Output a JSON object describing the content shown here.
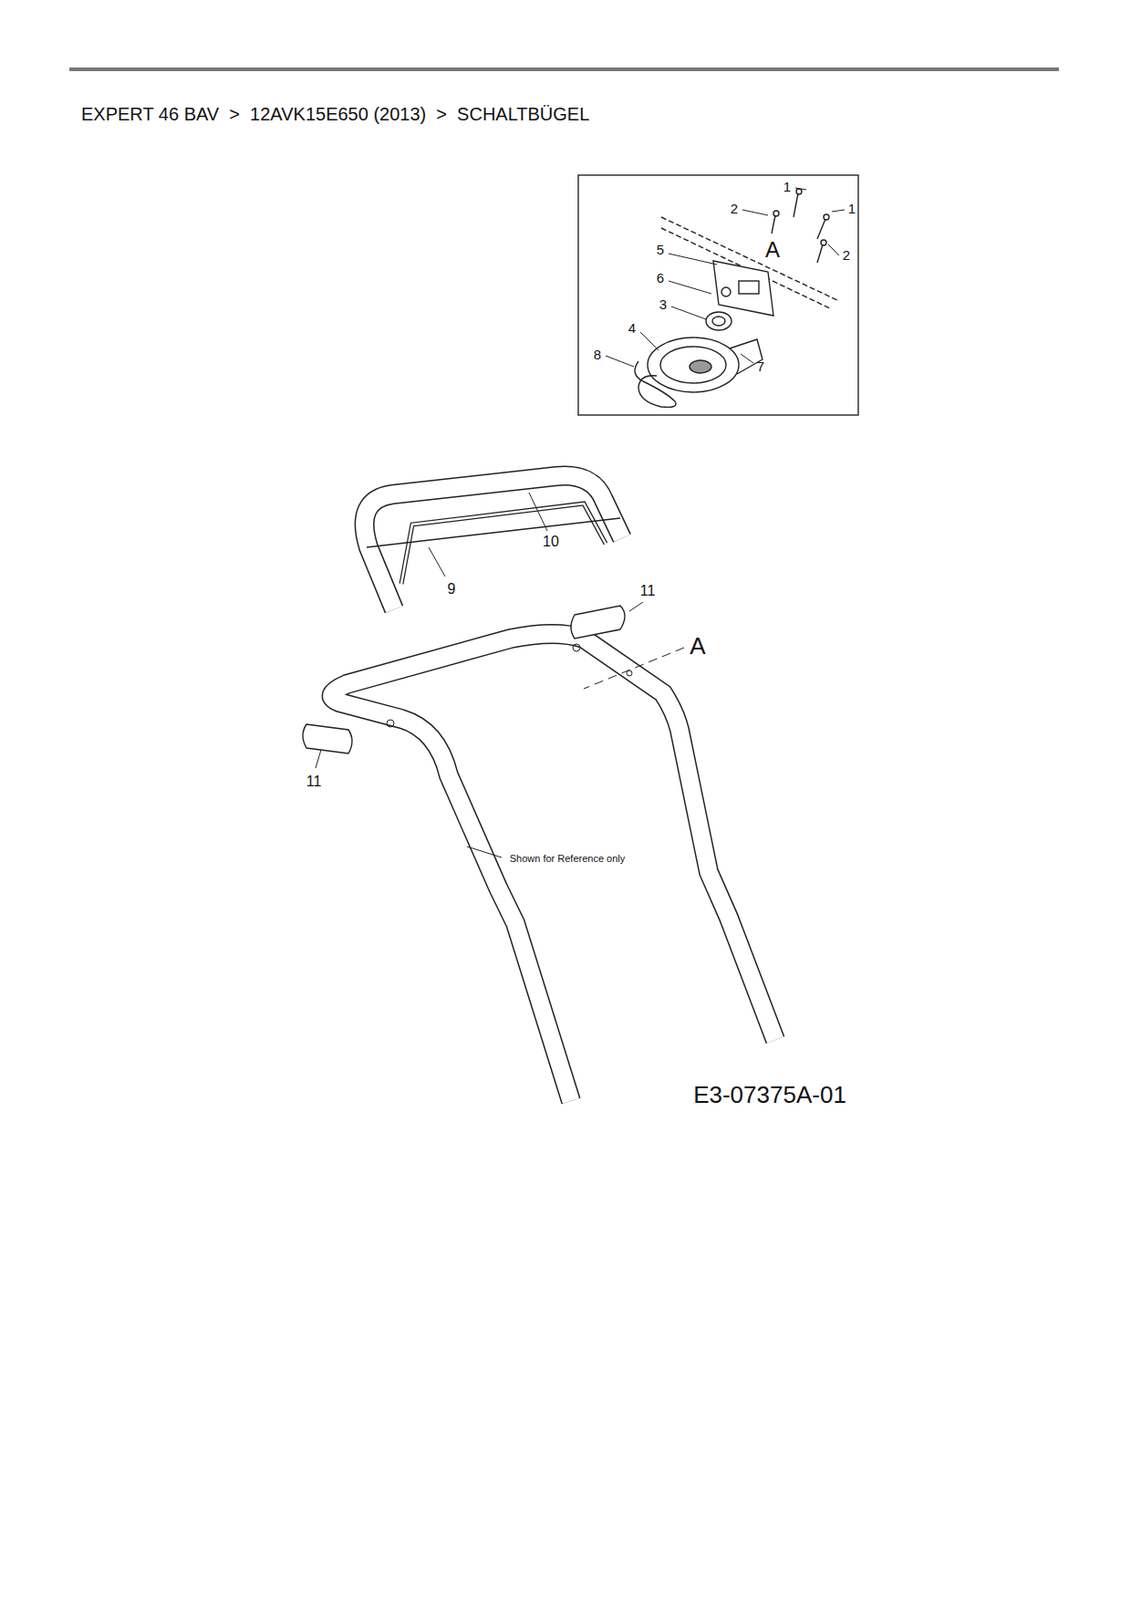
{
  "diagram": {
    "title": "EXPERT 46 BAV  >  12AVK15E650 (2013)  >  SCHALTBÜGEL",
    "labels": [
      "1",
      "2",
      "1",
      "A",
      "2",
      "5",
      "6",
      "3",
      "4",
      "8",
      "7",
      "10",
      "9",
      "11",
      "A",
      "11",
      "Shown for Reference only",
      "E3-07375A-01"
    ]
  }
}
